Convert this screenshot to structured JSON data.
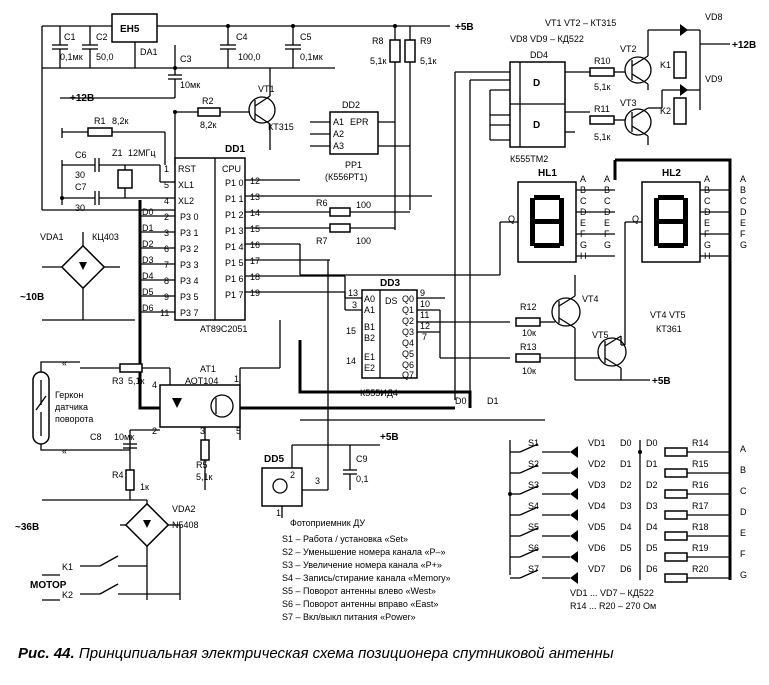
{
  "caption": {
    "fig_label": "Рис. 44.",
    "text": "Принципиальная электрическая схема позиционера спутниковой антенны"
  },
  "labels": {
    "c1": "C1",
    "c1v": "0,1мк",
    "c2": "C2",
    "c2v": "50,0",
    "en5": "ЕН5",
    "da1": "DA1",
    "c3": "C3",
    "c3v": "10мк",
    "c4": "C4",
    "c4v": "100,0",
    "c5": "C5",
    "c5v": "0,1мк",
    "r8": "R8",
    "r8v": "5,1к",
    "r9": "R9",
    "r9v": "5,1к",
    "p5v_top": "+5В",
    "vt_types": "VT1 VT2 – КТ315",
    "vd_types": "VD8 VD9 – КД522",
    "p12v_left": "+12В",
    "r2": "R2",
    "r2v": "8,2к",
    "vt1": "VT1",
    "kt315": "КТ315",
    "dd2": "DD2",
    "a1": "A1",
    "a2": "A2",
    "a3": "A3",
    "epr": "EPR",
    "pp1": "PP1",
    "pp1t": "(К556РТ1)",
    "r1": "R1",
    "r1v": "8,2к",
    "c6": "C6",
    "c6v": "30",
    "z1": "Z1",
    "z1v": "12МГц",
    "c7": "C7",
    "c7v": "30",
    "dd1": "DD1",
    "rst": "RST",
    "cpu": "CPU",
    "xl1": "XL1",
    "xl2": "XL2",
    "p10": "P1 0",
    "p11": "P1 1",
    "p12": "P1 2",
    "p13": "P1 3",
    "p14": "P1 4",
    "p15": "P1 5",
    "p16": "P1 6",
    "p17": "P1 7",
    "p30": "P3 0",
    "p31": "P3 1",
    "p32": "P3 2",
    "p33": "P3 3",
    "p34": "P3 4",
    "p35": "P3 5",
    "p37": "P3 7",
    "d0": "D0",
    "d1": "D1",
    "d2": "D2",
    "d3": "D3",
    "d4": "D4",
    "d5": "D5",
    "d6": "D6",
    "at89": "AT89C2051",
    "vda1": "VDA1",
    "kc403": "КЦ403",
    "v10": "~10В",
    "r6": "R6",
    "r6v": "100",
    "r7": "R7",
    "r7v": "100",
    "dd4": "DD4",
    "k555tm2": "К555ТМ2",
    "dff": "D",
    "r10": "R10",
    "r10v": "5,1к",
    "r11": "R11",
    "r11v": "5,1к",
    "vt2": "VT2",
    "vt3": "VT3",
    "k1": "K1",
    "k2": "K2",
    "vd8": "VD8",
    "vd9": "VD9",
    "p12v_right": "+12В",
    "hl1": "HL1",
    "hl2": "HL2",
    "seg_a": "A",
    "seg_b": "B",
    "seg_c": "C",
    "seg_d": "D",
    "seg_e": "E",
    "seg_f": "F",
    "seg_g": "G",
    "seg_h": "H",
    "dd3": "DD3",
    "ds": "DS",
    "k555id4": "К555ИД4",
    "a0": "A0",
    "da1pin": "A1",
    "b1": "B1",
    "b2": "B2",
    "e1": "E1",
    "e2": "E2",
    "q0": "Q0",
    "q1": "Q1",
    "q2": "Q2",
    "q3": "Q3",
    "q4": "Q4",
    "q5": "Q5",
    "q6": "Q6",
    "q7": "Q7",
    "r12": "R12",
    "r12v": "10к",
    "r13": "R13",
    "r13v": "10к",
    "vt4": "VT4",
    "vt5": "VT5",
    "vt45": "VT4 VT5",
    "kt361": "КТ361",
    "p5v_mid": "+5В",
    "gerkon1": "Геркон",
    "gerkon2": "датчика",
    "gerkon3": "поворота",
    "r3": "R3",
    "r3v": "5,1к",
    "at1": "AT1",
    "aot104": "АОТ104",
    "c8": "C8",
    "c8v": "10мк",
    "r5": "R5",
    "r5v": "5,1к",
    "r4": "R4",
    "r4v": "1к",
    "vda2": "VDA2",
    "n5408": "N5408",
    "v36": "~36В",
    "k1c": "K1",
    "k2c": "K2",
    "motor": "МОТОР",
    "dd5": "DD5",
    "c9": "C9",
    "c9v": "0,1",
    "p5v_dd5": "+5В",
    "photo": "Фотоприемник ДУ",
    "d0bus": "D0",
    "d1bus": "D1",
    "s1": "S1",
    "s2": "S2",
    "s3": "S3",
    "s4": "S4",
    "s5": "S5",
    "s6": "S6",
    "s7": "S7",
    "vd1": "VD1",
    "vd2": "VD2",
    "vd3": "VD3",
    "vd4": "VD4",
    "vd5": "VD5",
    "vd6": "VD6",
    "vd7": "VD7",
    "r14": "R14",
    "r15": "R15",
    "r16": "R16",
    "r17": "R17",
    "r18": "R18",
    "r19": "R19",
    "r20": "R20",
    "vd_range": "VD1 ... VD7 – КД522",
    "r_range": "R14 ... R20 – 270 Ом",
    "pin1": "1",
    "pin2": "2",
    "pin3": "3",
    "pin4": "4",
    "pin5": "5",
    "pin6": "6",
    "pin7": "7",
    "pin8": "8",
    "pin9": "9",
    "pin10": "10",
    "pin11": "11",
    "pin12": "12",
    "pin13": "13",
    "pin14": "14",
    "pin15": "15",
    "pin16": "16",
    "pin17": "17",
    "pin18": "18",
    "pin19": "19"
  },
  "legend": [
    "S1 – Работа / установка «Set»",
    "S2 – Уменьшение номера канала «P–»",
    "S3 – Увеличение номера канала «P+»",
    "S4 – Запись/стирание канала «Memory»",
    "S5 – Поворот антенны влево «West»",
    "S6 – Поворот антенны вправо «East»",
    "S7 – Вкл/выкл питания «Power»"
  ]
}
